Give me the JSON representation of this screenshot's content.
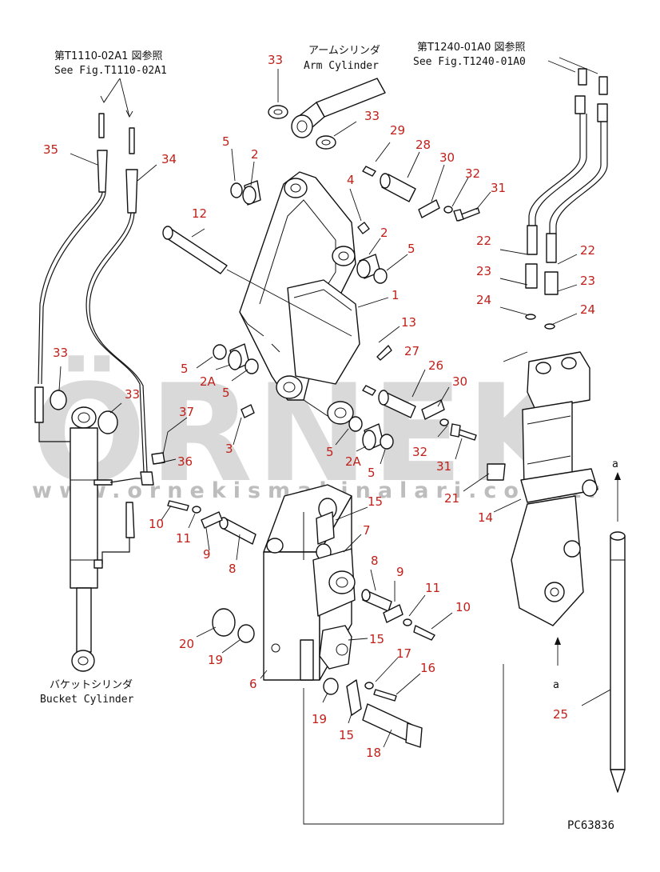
{
  "references": {
    "left": {
      "jp": "第T1110-02A1 図参照",
      "en": "See Fig.T1110-02A1"
    },
    "right": {
      "jp": "第T1240-01A0 図参照",
      "en": "See Fig.T1240-01A0"
    }
  },
  "component_labels": {
    "arm_cylinder_jp": "アームシリンダ",
    "arm_cylinder_en": "Arm Cylinder",
    "bucket_cylinder_jp": "バケットシリンダ",
    "bucket_cylinder_en": "Bucket Cylinder"
  },
  "view_marker": {
    "top": "a",
    "bottom": "a"
  },
  "drawing_number": "PC63836",
  "watermark": {
    "logo": "ÖRNEK",
    "url": "www.ornekismakinalari.com.tr"
  },
  "callouts": {
    "c1": "33",
    "c2": "33",
    "c3": "29",
    "c4": "28",
    "c5": "30",
    "c6": "32",
    "c7": "31",
    "c8": "5",
    "c9": "2",
    "c10": "4",
    "c11": "2",
    "c12": "5",
    "c13": "12",
    "c14": "1",
    "c15": "13",
    "c16": "27",
    "c17": "26",
    "c18": "30",
    "c19": "5",
    "c20": "2A",
    "c21": "5",
    "c22": "37",
    "c23": "36",
    "c24": "3",
    "c25": "5",
    "c26": "2A",
    "c27": "5",
    "c28": "32",
    "c29": "31",
    "c30": "35",
    "c31": "34",
    "c32": "33",
    "c33": "33",
    "c34": "22",
    "c35": "22",
    "c36": "23",
    "c37": "23",
    "c38": "24",
    "c39": "24",
    "c40": "21",
    "c41": "14",
    "c42": "15",
    "c43": "7",
    "c44": "10",
    "c45": "11",
    "c46": "9",
    "c47": "8",
    "c48": "8",
    "c49": "9",
    "c50": "11",
    "c51": "10",
    "c52": "20",
    "c53": "19",
    "c54": "15",
    "c55": "17",
    "c56": "16",
    "c57": "6",
    "c58": "19",
    "c59": "15",
    "c60": "18",
    "c61": "25"
  }
}
